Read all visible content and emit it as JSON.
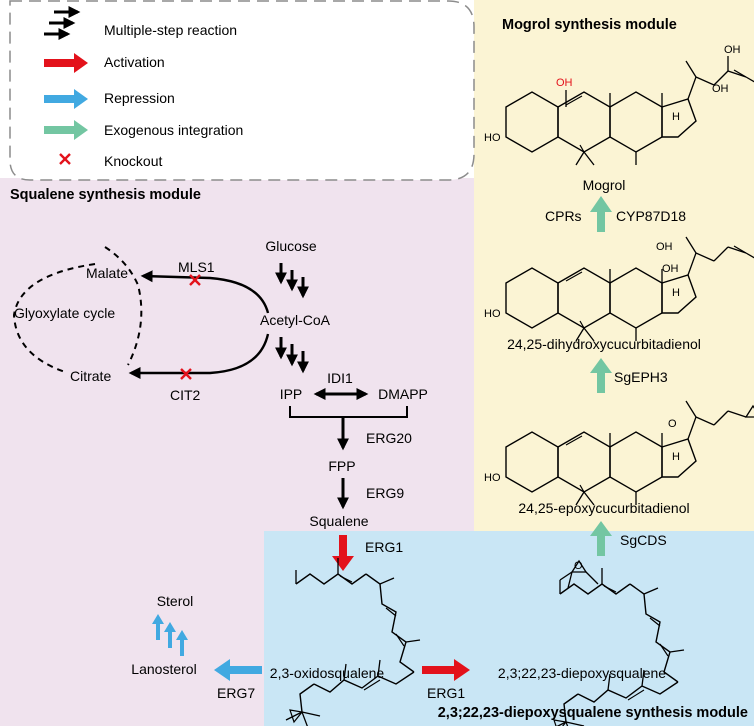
{
  "legend": {
    "multistep": "Multiple-step reaction",
    "activation": "Activation",
    "repression": "Repression",
    "exogenous": "Exogenous integration",
    "knockout": "Knockout"
  },
  "modules": {
    "squalene": "Squalene synthesis module",
    "mogrol": "Mogrol synthesis module",
    "diepoxy": "2,3;22,23-diepoxysqualene synthesis module"
  },
  "metabolites": {
    "glucose": "Glucose",
    "acetyl_coa": "Acetyl-CoA",
    "malate": "Malate",
    "glyoxylate_cycle": "Glyoxylate cycle",
    "citrate": "Citrate",
    "ipp": "IPP",
    "dmapp": "DMAPP",
    "fpp": "FPP",
    "squalene": "Squalene",
    "oxidosqualene": "2,3-oxidosqualene",
    "diepoxysqualene": "2,3;22,23-diepoxysqualene",
    "lanosterol": "Lanosterol",
    "sterol": "Sterol",
    "epoxycucurbitadienol": "24,25-epoxycucurbitadienol",
    "dihydroxycucurbitadienol": "24,25-dihydroxycucurbitadienol",
    "mogrol": "Mogrol"
  },
  "enzymes": {
    "mls1": "MLS1",
    "cit2": "CIT2",
    "idi1": "IDI1",
    "erg20": "ERG20",
    "erg9": "ERG9",
    "erg1_top": "ERG1",
    "erg1_bottom": "ERG1",
    "erg7": "ERG7",
    "sgcds": "SgCDS",
    "sgeph3": "SgEPH3",
    "cprs": "CPRs",
    "cyp": "CYP87D18"
  },
  "atoms": {
    "oh": "OH",
    "ho": "HO",
    "h": "H",
    "o": "O"
  },
  "colors": {
    "squalene_module_bg": "#f0e3ee",
    "mogrol_module_bg": "#fbf4d4",
    "diepoxy_module_bg": "#c9e6f5",
    "activation": "#e3121b",
    "repression": "#41a9e1",
    "exogenous": "#73c6a2",
    "knockout": "#e3121b",
    "hydroxyl": "#e3121b"
  }
}
